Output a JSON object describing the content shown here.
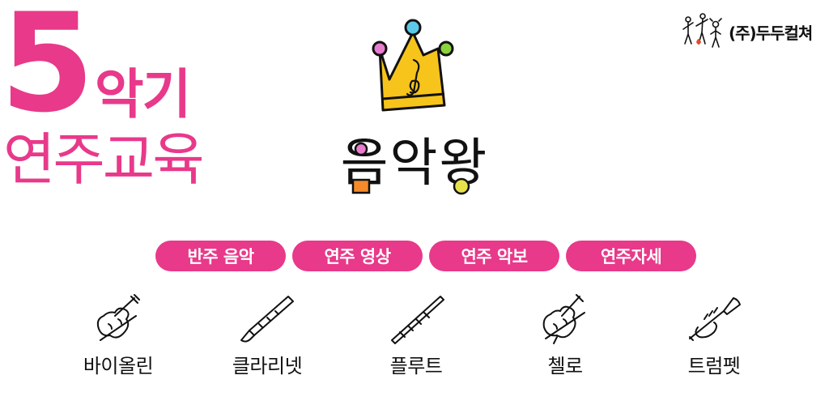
{
  "headline": {
    "number": "5",
    "word": "악기",
    "subtitle": "연주교육"
  },
  "brand": {
    "name": "(주)두두컬쳐",
    "icon": "performers-logo-icon"
  },
  "title": "음악왕",
  "colors": {
    "accent": "#e8398a",
    "crown_gold": "#f6c41b",
    "ink": "#111111"
  },
  "pills": [
    {
      "label": "반주 음악"
    },
    {
      "label": "연주 영상"
    },
    {
      "label": "연주 악보"
    },
    {
      "label": "연주자세"
    }
  ],
  "instruments": [
    {
      "label": "바이올린",
      "icon": "violin-icon"
    },
    {
      "label": "클라리넷",
      "icon": "clarinet-icon"
    },
    {
      "label": "플루트",
      "icon": "flute-icon"
    },
    {
      "label": "첼로",
      "icon": "cello-icon"
    },
    {
      "label": "트럼펫",
      "icon": "trumpet-icon"
    }
  ]
}
